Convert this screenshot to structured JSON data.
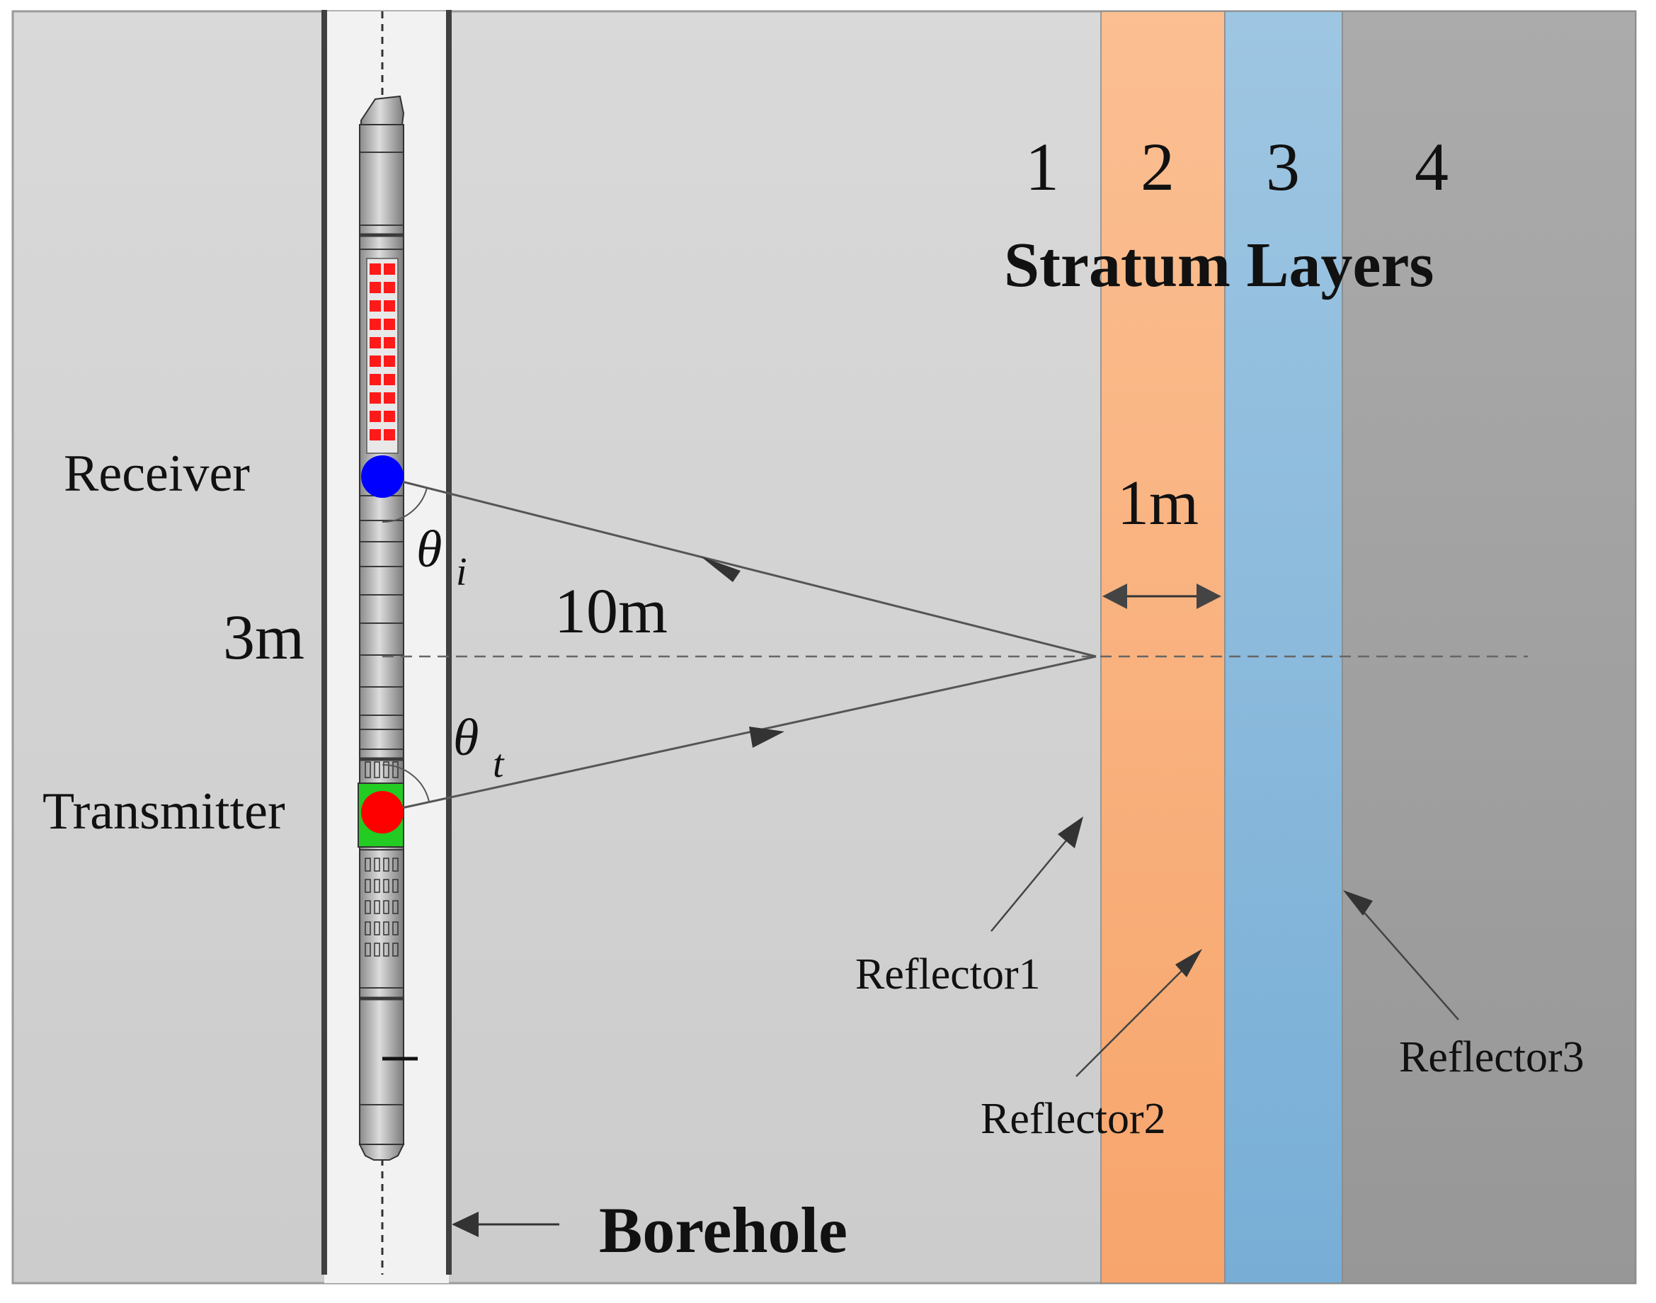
{
  "layer_numbers": [
    "1",
    "2",
    "3",
    "4"
  ],
  "stratum_title": "Stratum Layers",
  "receiver_label": "Receiver",
  "transmitter_label": "Transmitter",
  "spacing_label": "3m",
  "distance_label": "10m",
  "thickness_label": "1m",
  "theta_symbol": "θ",
  "theta_i_subscript": "i",
  "theta_t_subscript": "t",
  "borehole_label": "Borehole",
  "reflectors": [
    "Reflector1",
    "Reflector2",
    "Reflector3"
  ],
  "colors": {
    "formation": "#d3d3d3",
    "layer2": "#f9b27d",
    "layer3": "#86b6d8",
    "layer4": "#a3a3a3",
    "borehole_fill": "#f0f0f0",
    "receiver": "#0000ff",
    "transmitter": "#ff0000",
    "transmitter_pad": "#22cc22",
    "receiver_array": "#ff0000",
    "line": "#555555"
  }
}
